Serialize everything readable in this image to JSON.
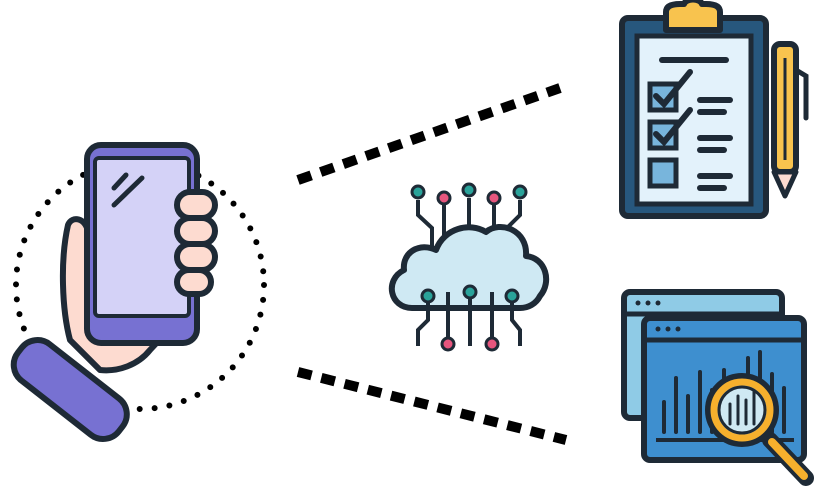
{
  "diagram": {
    "nodes": [
      {
        "id": "phone",
        "icon": "hand-holding-smartphone-icon"
      },
      {
        "id": "cloud",
        "icon": "cloud-network-icon"
      },
      {
        "id": "checklist",
        "icon": "clipboard-checklist-icon"
      },
      {
        "id": "analytics",
        "icon": "analytics-magnifier-icon"
      }
    ],
    "connectors": [
      {
        "from": "phone",
        "to": "checklist",
        "style": "dashed"
      },
      {
        "from": "phone",
        "to": "analytics",
        "style": "dashed"
      }
    ]
  },
  "colors": {
    "outline": "#1e2a36",
    "phone_screen": "#d4d2f7",
    "phone_body": "#7771d2",
    "skin": "#fddbd0",
    "cloud": "#cfe9f3",
    "clipboard_board": "#27577d",
    "clipboard_paper": "#e3f2fb",
    "clip_yellow": "#f8c34e",
    "checkbox": "#78b5dc",
    "pencil": "#f8c34e",
    "window_back": "#8fcbe6",
    "window_front": "#3e8fcf",
    "magnifier_ring": "#f6b02d",
    "wire_dot_teal": "#2aa39a",
    "wire_dot_pink": "#e7567e"
  }
}
